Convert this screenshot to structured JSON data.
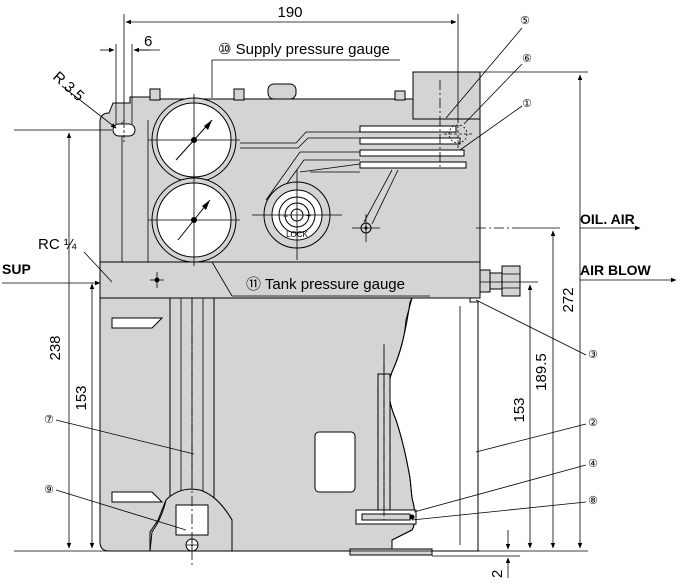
{
  "dimensions": {
    "width_top": "190",
    "width_small": "6",
    "height_left_238": "238",
    "height_left_153": "153",
    "height_right_153": "153",
    "height_right_189": "189.5",
    "height_right_272": "272",
    "bottom_2": "2"
  },
  "labels": {
    "radius": "R 3.5",
    "rc_port": "RC ¼",
    "sup": "SUP",
    "oil_air": "OIL. AIR",
    "air_blow": "AIR BLOW",
    "supply_gauge": "⑩ Supply pressure gauge",
    "tank_gauge": "⑪ Tank pressure gauge",
    "lock": "LOCK",
    "plus": "+",
    "minus": "−"
  },
  "callouts": {
    "c1": "①",
    "c2": "②",
    "c3": "③",
    "c4": "④",
    "c5": "⑤",
    "c6": "⑥",
    "c7": "⑦",
    "c8": "⑧",
    "c9": "⑨"
  }
}
